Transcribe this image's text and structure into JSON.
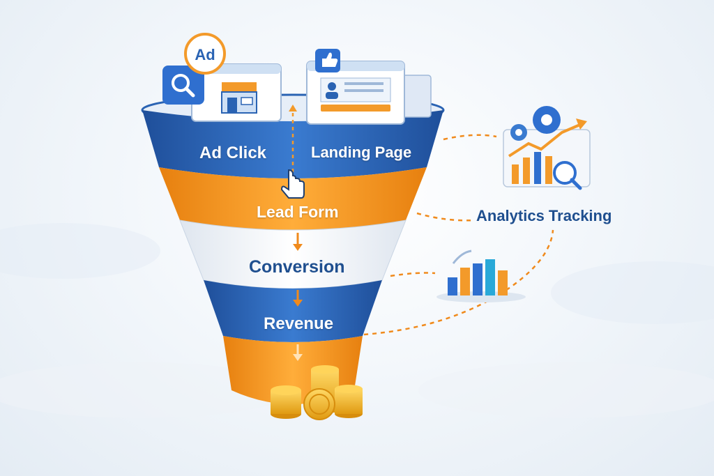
{
  "funnel": {
    "stages": [
      {
        "label": "Ad Click"
      },
      {
        "label": "Landing Page"
      },
      {
        "label": "Lead Form"
      },
      {
        "label": "Conversion"
      },
      {
        "label": "Revenue"
      }
    ]
  },
  "badges": {
    "ad_badge": "Ad"
  },
  "analytics": {
    "label": "Analytics Tracking"
  },
  "colors": {
    "blue": "#2a63b3",
    "orange": "#f5921e",
    "white": "#ffffff",
    "dashed_line": "#f08a1c",
    "coin": "#f6b92b"
  }
}
